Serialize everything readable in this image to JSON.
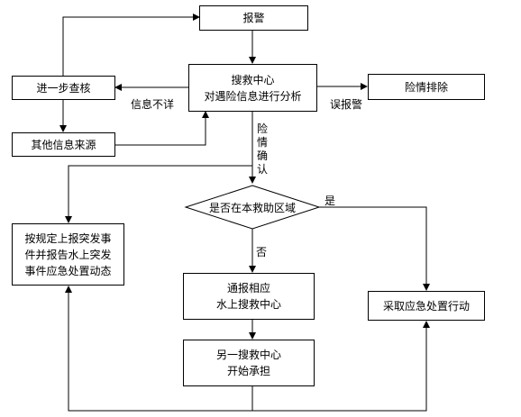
{
  "nodes": {
    "alarm": "报警",
    "center_line1": "搜救中心",
    "center_line2": "对遇险信息进行分析",
    "verify": "进一步查核",
    "other_sources": "其他信息来源",
    "danger_cleared": "险情排除",
    "decision": "是否在本救助区域",
    "report_line1": "按规定上报突发事件并报告水上突发事件应急处置动态",
    "notify_line1": "通报相应",
    "notify_line2": "水上搜救中心",
    "assume_line1": "另一搜救中心",
    "assume_line2": "开始承担",
    "emergency_action": "采取应急处置行动"
  },
  "labels": {
    "info_unclear": "信息不详",
    "false_alarm": "误报警",
    "danger_confirmed": "险情确认",
    "yes": "是",
    "no": "否"
  }
}
